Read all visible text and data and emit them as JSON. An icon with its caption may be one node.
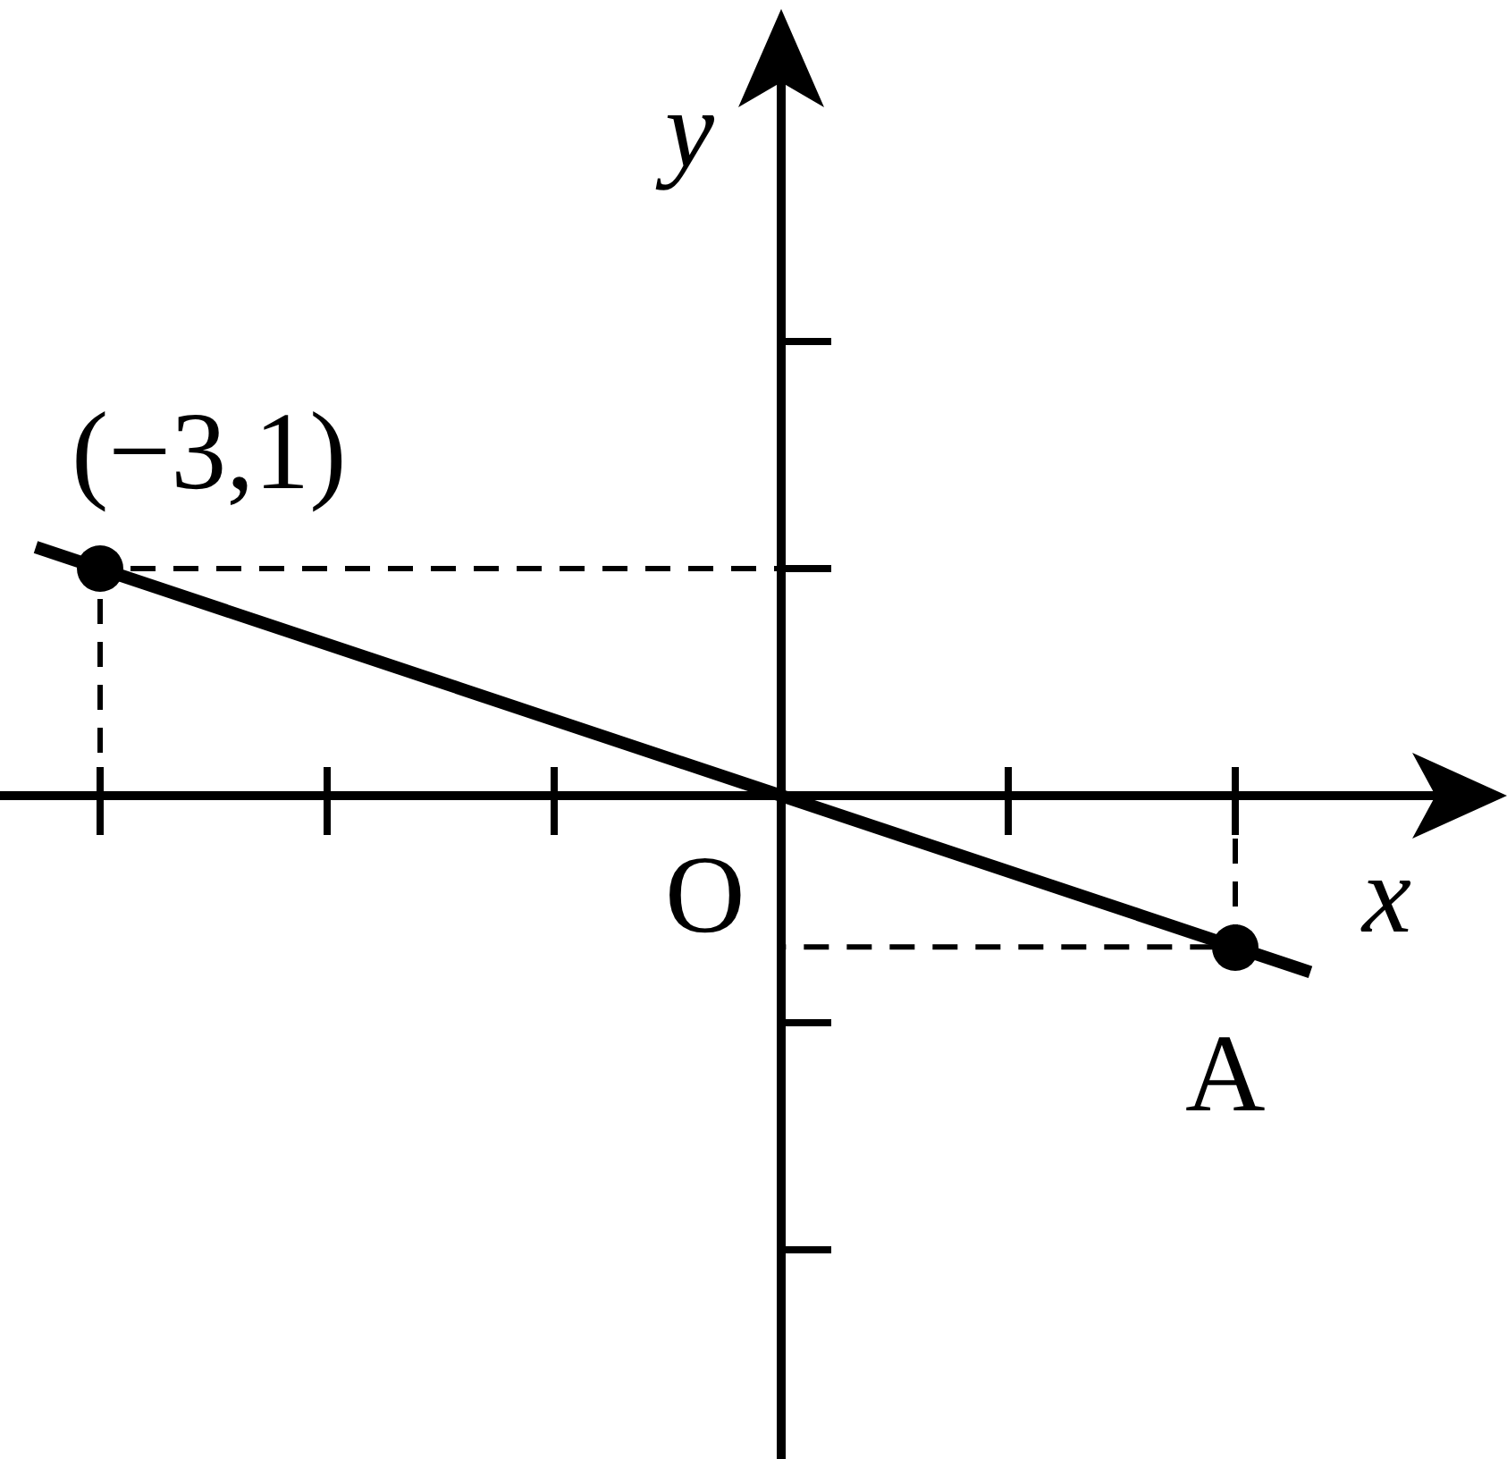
{
  "diagram": {
    "nodes": [
      {
        "text": [],
        "shape": "circle",
        "beside": [
          "(−3,1)"
        ]
      },
      {
        "text": [],
        "shape": "circle",
        "beside": [
          "A"
        ]
      }
    ],
    "labels": [
      "y",
      "O",
      "x"
    ]
  }
}
